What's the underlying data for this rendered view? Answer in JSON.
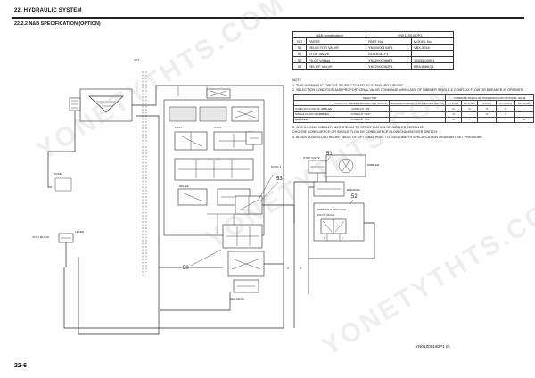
{
  "header": {
    "chapter": "22. HYDRAULIC SYSTEM",
    "section": "22.2.2    N&B SPECIFICATION (OPTION)"
  },
  "spec_table": {
    "title_label": "N&B specification",
    "title_value": "YN01Z00160P1",
    "columns": [
      "NO",
      "PARTS",
      "PART No.",
      "MODEL No."
    ],
    "rows": [
      [
        "50",
        "SELECTOR VALVE",
        "YN30V00104F1",
        "VBX-5748"
      ],
      [
        "51",
        "STOP VALVE",
        "2431R311F1",
        ""
      ],
      [
        "52",
        "PILOT V/Assy",
        "YN32V00088F1",
        "1B035-00001"
      ],
      [
        "53",
        "RELIEF VALVE",
        "YN22V00062F1",
        "KRA1B6KQ1"
      ]
    ]
  },
  "notes": {
    "title": "NOTE",
    "items": [
      "1. THIS HYDRAULIC CIRCUIT IS USED TO ADD TO STANDARD CIRCUIT.",
      "2. SELECTION CONDITION AND PROPORTIONAL VALVE COMMAND WHEN ANY OF NIBBLER SINGLE & CONFLUX FLOW OR BREAKER IN OPERATE."
    ],
    "items_later": [
      "3. WHEN USING NIBBLER, ACCORDING TO SPECIFICATION OF NIBBLER INSTALLED,",
      "    CHOOSE CONFLUENCE OR SINGLE FLOW BY CONFLUENCE FLOW CHANGEOVER SWITCH.",
      "4. ADJUST OVERLOAD RELIEF VALVE OF OPTIONAL PORT TO CUSTOMER'S SPECIFICATION ORDINARY SET PRESSURE."
    ]
  },
  "selection_table": {
    "head_selector": "SELECTOR",
    "head_command": "COMMAND SIGNAL OF SOLENOIDS FOR OPTIONAL VALVE",
    "head_sub_a": "CONFLUX, SINGLE CHANGEOVER SWITCH",
    "head_sub_b": "BREAKER/NIBBLER CHANGEOVER SWITCH",
    "head_p1": "P1 PUMP",
    "head_p2": "P2 PUMP",
    "head_stand": "STAND",
    "head_flow1": "F1 (SOL1)",
    "head_flow2": "F2 (SOL2)",
    "rows": [
      [
        "CONFLUX FLOW OF NIBBLER",
        "CONFLUX \"ON\"",
        "",
        "O",
        "O",
        "O",
        "O",
        "-"
      ],
      [
        "SINGLE FLOW OF NIBBLER",
        "CONFLUX \"OFF\"",
        "",
        "O",
        "-",
        "O",
        "O",
        "-"
      ],
      [
        "BREAKER",
        "CONFLUX \"OFF\"",
        "",
        "O",
        "-",
        "-",
        "-",
        "O"
      ]
    ]
  },
  "callouts": {
    "c50": "50",
    "c51": "51",
    "c52": "52",
    "c53": "53"
  },
  "labels": {
    "nibbler": "NIBBLER",
    "breaker": "BREAKER",
    "nibbler_breaker": "NIBBLER & BREAKER",
    "pilot_valve": "PILOT VALVE",
    "note4": "NOTE 4",
    "only_block": "ONLY BLOCK",
    "lever": "LEVER",
    "relief": "RELIEF",
    "psv1": "PSV1",
    "psv2": "PSV2",
    "port_a": "A",
    "port_b": "B",
    "port_p": "P",
    "port_t": "T",
    "hose": "HOSE",
    "stop_valve": "STOP VALVE",
    "sel_valve": "SEL VALVE",
    "opt": "OPT"
  },
  "footer": {
    "drawing_no": "YN01Z00160P1  01",
    "page": "22-6"
  },
  "watermark": {
    "text": "YONETYTHTS.COM"
  }
}
